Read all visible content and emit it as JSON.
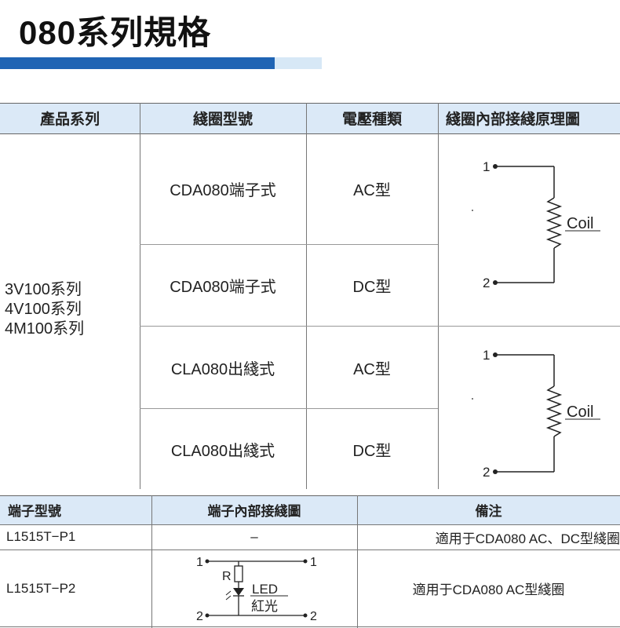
{
  "page_title": "080系列規格",
  "table1": {
    "headers": [
      "產品系列",
      "綫圈型號",
      "電壓種類",
      "綫圈內部接綫原理圖"
    ],
    "series_lines": [
      "3V100系列",
      "4V100系列",
      "4M100系列"
    ],
    "rows": [
      {
        "model": "CDA080端子式",
        "voltage": "AC型"
      },
      {
        "model": "CDA080端子式",
        "voltage": "DC型"
      },
      {
        "model": "CLA080出綫式",
        "voltage": "AC型"
      },
      {
        "model": "CLA080出綫式",
        "voltage": "DC型"
      }
    ],
    "diagram": {
      "pin1": "1",
      "pin2": "2",
      "coil_label": "Coil"
    }
  },
  "table2": {
    "headers": [
      "端子型號",
      "端子內部接綫圖",
      "備注"
    ],
    "rows": [
      {
        "model": "L1515T−P1",
        "diagram": "–",
        "note": "適用于CDA080 AC、DC型綫圈"
      },
      {
        "model": "L1515T−P2",
        "diagram": "",
        "note": "適用于CDA080 AC型綫圈"
      }
    ],
    "diagram": {
      "pin1_left": "1",
      "pin1_right": "1",
      "pin2_left": "2",
      "pin2_right": "2",
      "resistor": "R",
      "led": "LED",
      "led_color": "紅光"
    }
  }
}
